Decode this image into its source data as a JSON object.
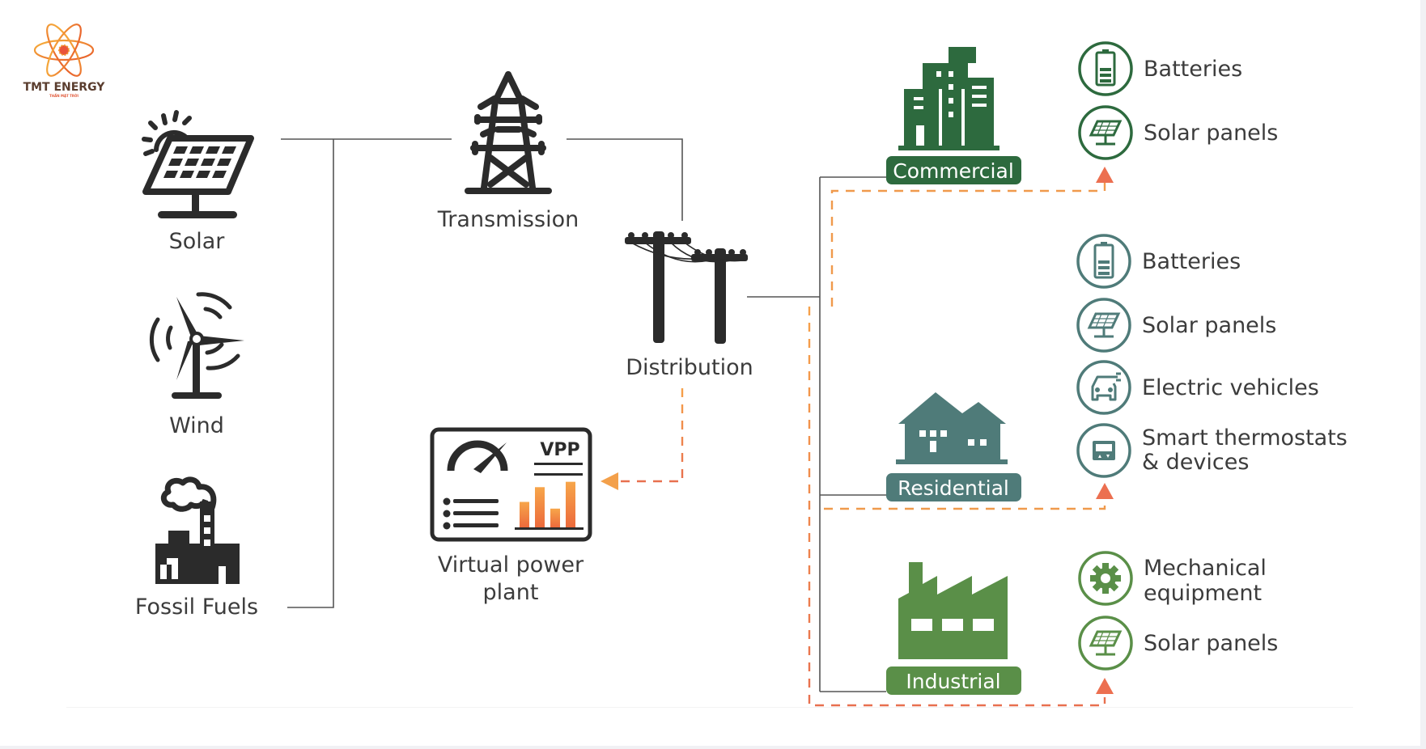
{
  "logo": {
    "name": "TMT ENERGY",
    "tagline": "THẦN MẶT TRỜI",
    "icon": "atom-sun-icon"
  },
  "sources": [
    {
      "label": "Solar",
      "icon": "solar-panel-icon"
    },
    {
      "label": "Wind",
      "icon": "wind-turbine-icon"
    },
    {
      "label": "Fossil Fuels",
      "icon": "factory-smoke-icon"
    }
  ],
  "grid": {
    "transmission": {
      "label": "Transmission",
      "icon": "transmission-tower-icon"
    },
    "distribution": {
      "label": "Distribution",
      "icon": "utility-poles-icon"
    }
  },
  "vpp": {
    "label_line1": "Virtual power",
    "label_line2": "plant",
    "badge": "VPP",
    "icon": "vpp-dashboard-icon",
    "mini_bars": [
      0.38,
      0.6,
      0.28,
      0.68
    ]
  },
  "consumers": [
    {
      "label": "Commercial",
      "icon": "office-buildings-icon",
      "color": "#2d6a3e",
      "resources": [
        {
          "label": "Batteries",
          "icon": "battery-icon"
        },
        {
          "label": "Solar panels",
          "icon": "solar-panel-icon"
        }
      ]
    },
    {
      "label": "Residential",
      "icon": "houses-icon",
      "color": "#4f7b79",
      "resources": [
        {
          "label": "Batteries",
          "icon": "battery-icon"
        },
        {
          "label": "Solar panels",
          "icon": "solar-panel-icon"
        },
        {
          "label": "Electric vehicles",
          "icon": "electric-vehicle-icon"
        },
        {
          "label_line1": "Smart thermostats",
          "label_line2": "& devices",
          "icon": "thermostat-icon"
        }
      ]
    },
    {
      "label": "Industrial",
      "icon": "factory-icon",
      "color": "#5a8f48",
      "resources": [
        {
          "label_line1": "Mechanical",
          "label_line2": "equipment",
          "icon": "gear-icon"
        },
        {
          "label": "Solar panels",
          "icon": "solar-panel-icon"
        }
      ]
    }
  ],
  "colors": {
    "icon_dark": "#2b2b2b",
    "line_solid": "#555555",
    "dash_light": "#f6a14a",
    "dash_coral": "#e8704f",
    "arrow": "#ec6f50",
    "text": "#3c3c3c"
  }
}
